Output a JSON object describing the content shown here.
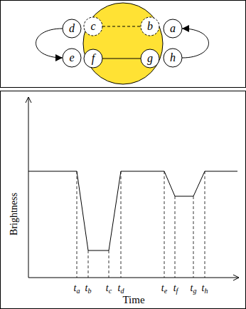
{
  "diagram": {
    "nodes": [
      {
        "text": [
          "d"
        ]
      },
      {
        "text": [
          "c"
        ]
      },
      {
        "text": [
          "b"
        ]
      },
      {
        "text": [
          "a"
        ]
      },
      {
        "text": [
          "e"
        ]
      },
      {
        "text": [
          "f"
        ]
      },
      {
        "text": [
          "g"
        ]
      },
      {
        "text": [
          "h"
        ]
      }
    ],
    "edges": [
      {
        "from": 0,
        "to": 4,
        "arrow": "to"
      },
      {
        "from": 7,
        "to": 3,
        "arrow": "to"
      },
      {
        "from": 1,
        "to": 2,
        "arrow": "none"
      },
      {
        "from": 5,
        "to": 6,
        "arrow": "none"
      }
    ],
    "labels": [
      "Brightness",
      "ta",
      "tb",
      "tc",
      "td",
      "te",
      "tf",
      "tg",
      "th",
      "Time"
    ]
  }
}
